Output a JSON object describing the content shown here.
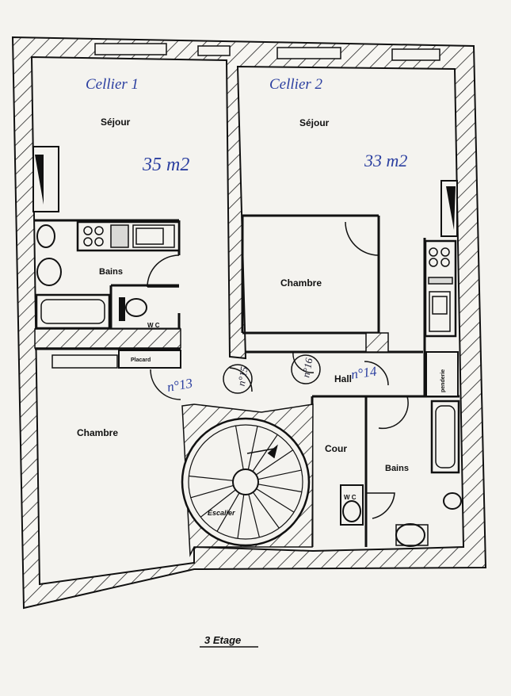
{
  "left_unit": {
    "handwritten_title": "Cellier 1",
    "handwritten_area": "35 m2",
    "rooms": {
      "sejour": "Séjour",
      "bains": "Bains",
      "wc": "W C",
      "placard": "Placard",
      "chambre": "Chambre"
    }
  },
  "right_unit": {
    "handwritten_title": "Cellier 2",
    "handwritten_area": "33 m2",
    "rooms": {
      "sejour": "Séjour",
      "chambre": "Chambre",
      "penderie": "penderie",
      "bains": "Bains",
      "wc": "W C"
    }
  },
  "common": {
    "hall": "Hall",
    "cour": "Cour",
    "escalier": "Escalier",
    "door_13": "n°13",
    "door_14": "n°14",
    "door_15": "n°15",
    "door_16": "n°16"
  },
  "floor_label": "3 Etage"
}
